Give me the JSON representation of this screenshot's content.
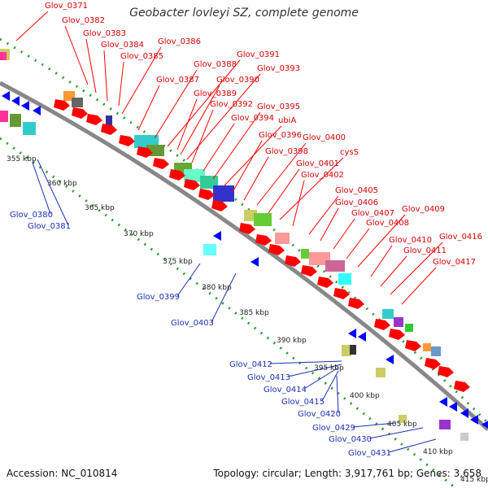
{
  "title": "Geobacter lovleyi SZ, complete genome",
  "footer": {
    "accession": "Accession: NC_010814",
    "topology": "Topology: circular; Length: 3,917,761 bp; Genes: 3,658"
  },
  "colors": {
    "forward": "#ff0000",
    "reverse": "#0000ff",
    "backbone": "#888888",
    "ticks": "#2a9a2a"
  },
  "ticks": [
    "355 kbp",
    "360 kbp",
    "365 kbp",
    "370 kbp",
    "375 kbp",
    "380 kbp",
    "385 kbp",
    "390 kbp",
    "395 kbp",
    "400 kbp",
    "405 kbp",
    "410 kbp",
    "415 kbp"
  ],
  "forward_labels": [
    "Glov_0371",
    "Glov_0382",
    "Glov_0383",
    "Glov_0384",
    "Glov_0385",
    "Glov_0386",
    "Glov_0387",
    "Glov_0388",
    "Glov_0391",
    "Glov_0389",
    "Glov_0390",
    "Glov_0393",
    "Glov_0392",
    "Glov_0394",
    "Glov_0395",
    "ubiA",
    "Glov_0396",
    "Glov_0398",
    "Glov_0400",
    "Glov_0401",
    "cysS",
    "Glov_0402",
    "Glov_0405",
    "Glov_0406",
    "Glov_0407",
    "Glov_0408",
    "Glov_0409",
    "Glov_0410",
    "Glov_0411",
    "Glov_0416",
    "Glov_0417"
  ],
  "reverse_labels": [
    "Glov_0380",
    "Glov_0381",
    "Glov_0399",
    "Glov_0403",
    "Glov_0412",
    "Glov_0413",
    "Glov_0414",
    "Glov_0415",
    "Glov_0420",
    "Glov_0429",
    "Glov_0430",
    "Glov_0431"
  ]
}
